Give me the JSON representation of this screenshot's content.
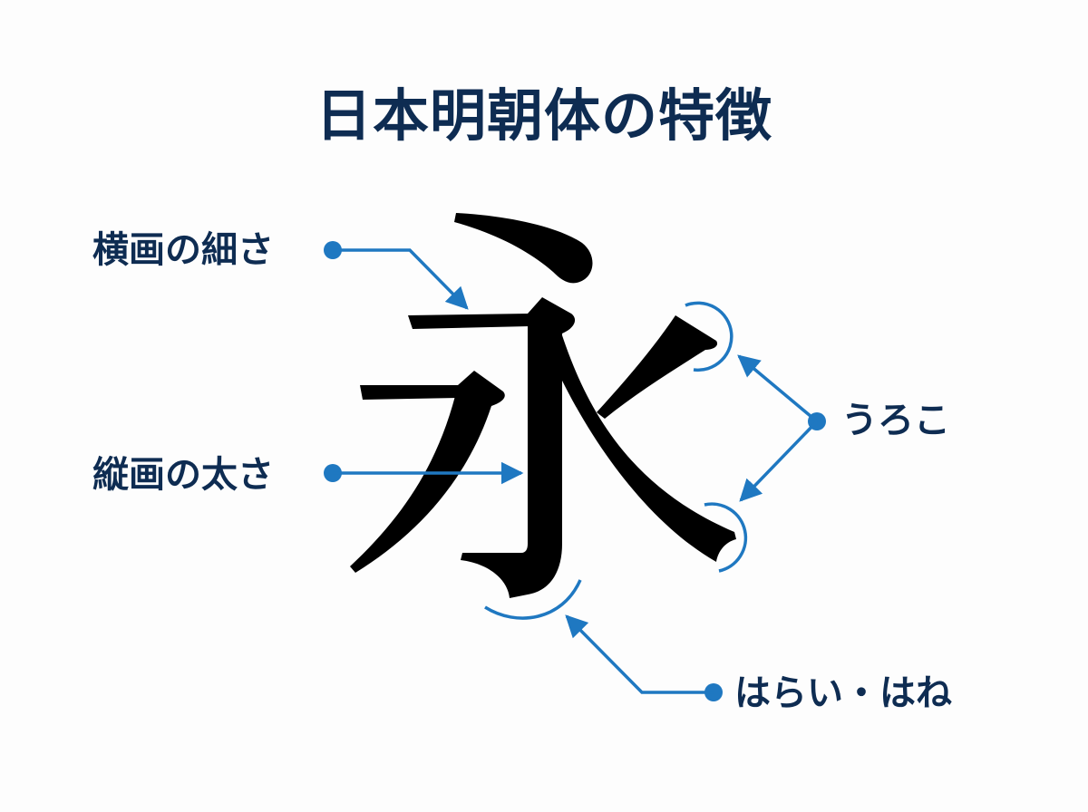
{
  "title": "日本明朝体の特徴",
  "glyph": {
    "character": "永",
    "color": "#000000"
  },
  "annotations": [
    {
      "id": "horizontal-thin",
      "label": "横画の細さ",
      "target": "horizontal stroke"
    },
    {
      "id": "vertical-thick",
      "label": "縦画の太さ",
      "target": "vertical stroke"
    },
    {
      "id": "uroko",
      "label": "うろこ",
      "target": "stroke ends (serif triangles)"
    },
    {
      "id": "harai-hane",
      "label": "はらい・はね",
      "target": "hook at bottom of vertical stroke"
    }
  ],
  "colors": {
    "title": "#0e2c52",
    "label": "#0e2c52",
    "accent": "#1f78c1",
    "background": "#fdfdfd"
  }
}
